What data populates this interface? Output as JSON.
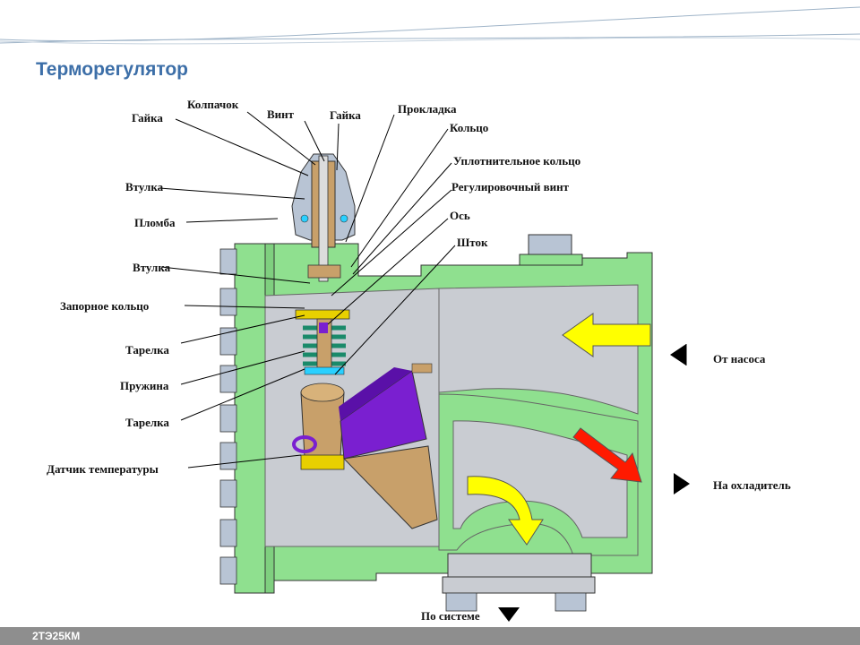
{
  "title": "Терморегулятор",
  "footer": "2ТЭ25КМ",
  "labels": {
    "gaika_left": "Гайка",
    "kolpachok": "Колпачок",
    "vint": "Винт",
    "gaika_top": "Гайка",
    "prokladka": "Прокладка",
    "koltso": "Кольцо",
    "uplotnitelnoe_koltso": "Уплотнительное кольцо",
    "regulirovochny_vint": "Регулировочный винт",
    "os": "Ось",
    "shtok": "Шток",
    "vtulka_top": "Втулка",
    "plomba": "Пломба",
    "vtulka_mid": "Втулка",
    "zapornoe_koltso": "Запорное кольцо",
    "tarelka_top": "Тарелка",
    "pruzhina": "Пружина",
    "tarelka_bottom": "Тарелка",
    "datchik": "Датчик температуры"
  },
  "flows": {
    "from_pump": "От насоса",
    "to_cooler": "На охладитель",
    "to_system": "По системе"
  },
  "colors": {
    "body_green": "#8fe08f",
    "cavity_gray": "#c9ccd2",
    "sensor_purple": "#7a1fd0",
    "arrow_yellow": "#ffff00",
    "arrow_red": "#ff1a00",
    "brass": "#c8a06a",
    "title_blue": "#3d6fa8"
  }
}
